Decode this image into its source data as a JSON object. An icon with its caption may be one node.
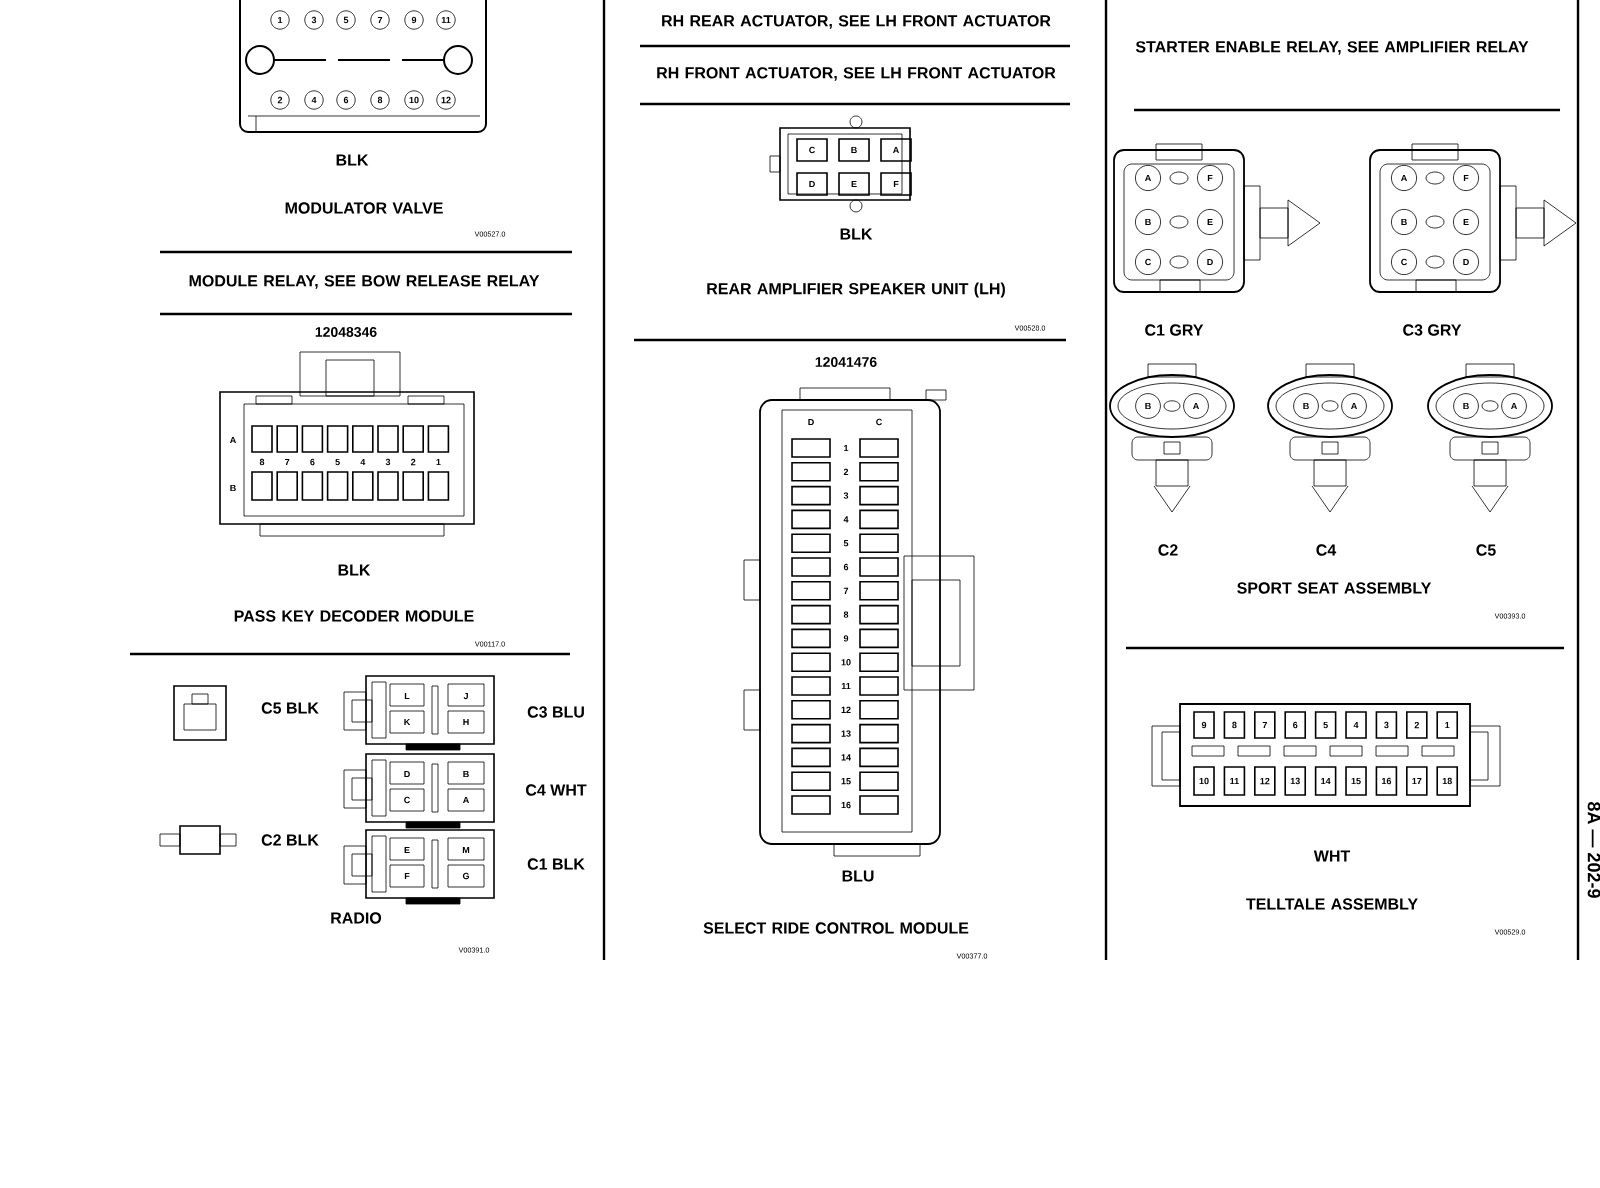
{
  "diagram": {
    "labels": [
      "1",
      "3",
      "5",
      "7",
      "9",
      "11",
      "2",
      "4",
      "6",
      "8",
      "10",
      "12",
      "BLK",
      "MODULATOR VALVE",
      "V00527.0",
      "MODULE RELAY, SEE BOW RELEASE RELAY",
      "12048346",
      "A",
      "B",
      "8",
      "7",
      "6",
      "5",
      "4",
      "3",
      "2",
      "1",
      "BLK",
      "PASS KEY DECODER MODULE",
      "V00117.0",
      "C5 BLK",
      "L",
      "J",
      "C3 BLU",
      "K",
      "H",
      "D",
      "B",
      "C4 WHT",
      "C",
      "A",
      "C2 BLK",
      "E",
      "M",
      "C1 BLK",
      "F",
      "G",
      "RADIO",
      "V00391.0",
      "RH REAR ACTUATOR, SEE LH FRONT ACTUATOR",
      "RH FRONT ACTUATOR, SEE LH FRONT ACTUATOR",
      "C",
      "B",
      "A",
      "D",
      "E",
      "F",
      "BLK",
      "REAR AMPLIFIER SPEAKER UNIT (LH)",
      "V00528.0",
      "12041476",
      "D",
      "C",
      "1",
      "2",
      "3",
      "4",
      "5",
      "6",
      "7",
      "8",
      "9",
      "10",
      "11",
      "12",
      "13",
      "14",
      "15",
      "16",
      "BLU",
      "SELECT RIDE CONTROL MODULE",
      "V00377.0",
      "STARTER ENABLE RELAY, SEE AMPLIFIER RELAY",
      "A",
      "F",
      "B",
      "E",
      "C",
      "D",
      "A",
      "F",
      "B",
      "E",
      "C",
      "D",
      "C1 GRY",
      "C3 GRY",
      "B",
      "A",
      "B",
      "A",
      "B",
      "A",
      "C2",
      "C4",
      "C5",
      "SPORT SEAT ASSEMBLY",
      "V00393.0",
      "9",
      "8",
      "7",
      "6",
      "5",
      "4",
      "3",
      "2",
      "1",
      "10",
      "11",
      "12",
      "13",
      "14",
      "15",
      "16",
      "17",
      "18",
      "WHT",
      "TELLTALE ASSEMBLY",
      "V00529.0",
      "8A — 202-9"
    ]
  }
}
